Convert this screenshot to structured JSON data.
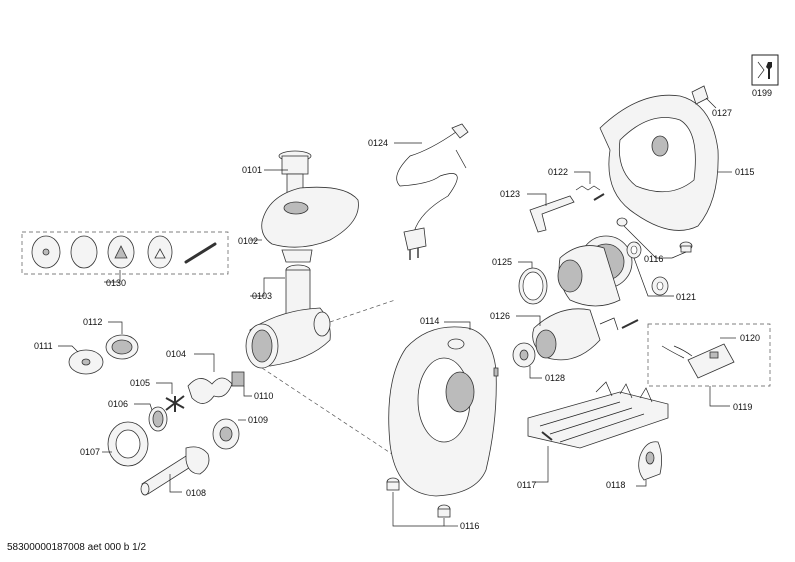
{
  "labels": {
    "p0101": "0101",
    "p0102": "0102",
    "p0103": "0103",
    "p0104": "0104",
    "p0105": "0105",
    "p0106": "0106",
    "p0107": "0107",
    "p0108": "0108",
    "p0109": "0109",
    "p0110": "0110",
    "p0111": "0111",
    "p0112": "0112",
    "p0114": "0114",
    "p0115": "0115",
    "p0116a": "0116",
    "p0116b": "0116",
    "p0117": "0117",
    "p0118": "0118",
    "p0119": "0119",
    "p0120": "0120",
    "p0121": "0121",
    "p0122": "0122",
    "p0123": "0123",
    "p0124": "0124",
    "p0125": "0125",
    "p0126": "0126",
    "p0127": "0127",
    "p0128": "0128",
    "p0130": "0130",
    "p0199": "0199"
  },
  "footer": "58300000187008 aet 000 b 1/2",
  "icons": {
    "service": "wrench-icon"
  }
}
